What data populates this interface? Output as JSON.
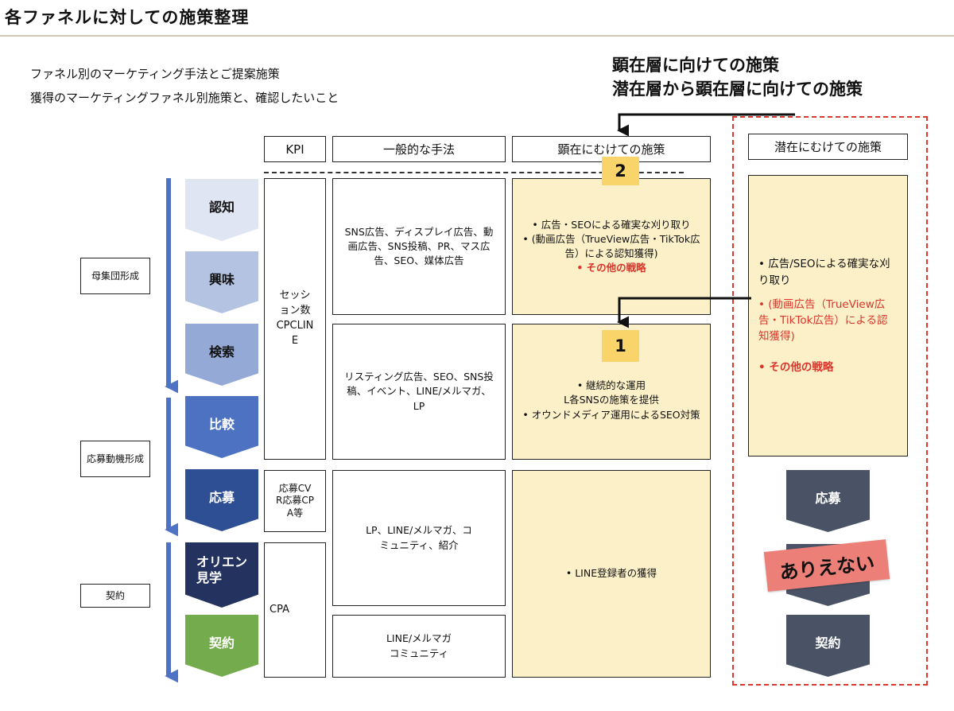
{
  "page": {
    "title": "各ファネルに対しての施策整理",
    "subtitle_1": "ファネル別のマーケティング手法とご提案施策",
    "subtitle_2": "獲得のマーケティングファネル別施策と、確認したいこと",
    "legend_1": "顕在層に向けての施策",
    "legend_2": "潜在層から顕在層に向けての施策"
  },
  "headers": {
    "kpi": "KPI",
    "general": "一般的な手法",
    "manifest": "顕在にむけての施策",
    "latent": "潜在にむけての施策"
  },
  "badges": {
    "badge_2": "2",
    "badge_1": "1"
  },
  "stage_groups": [
    {
      "label": "母集団形成"
    },
    {
      "label": "応募動機形成"
    },
    {
      "label": "契約"
    }
  ],
  "funnel": [
    {
      "label": "認知",
      "color": "#dfe5f3",
      "text_color": "#111111"
    },
    {
      "label": "興味",
      "color": "#b4c3e2",
      "text_color": "#111111"
    },
    {
      "label": "検索",
      "color": "#94a9d6",
      "text_color": "#111111"
    },
    {
      "label": "比較",
      "color": "#4d72c2",
      "text_color": "#ffffff"
    },
    {
      "label": "応募",
      "color": "#2f4f94",
      "text_color": "#ffffff"
    },
    {
      "label": "オリエン見学",
      "color": "#23325e",
      "text_color": "#ffffff"
    },
    {
      "label": "契約",
      "color": "#73ab4d",
      "text_color": "#ffffff"
    }
  ],
  "kpi": {
    "session": "セッション数CPCLINE",
    "apply": "応募CVR応募CPA等",
    "cpa": "CPA"
  },
  "general": {
    "row1": "SNS広告、ディスプレイ広告、動画広告、SNS投稿、PR、マス広告、SEO、媒体広告",
    "row2": "リスティング広告、SEO、SNS投稿、イベント、LINE/メルマガ、LP",
    "row3": "LP、LINE/メルマガ、コミュニティ、紹介",
    "row4": "LINE/メルマガコミュニティ"
  },
  "manifest": {
    "row1": [
      "• 広告・SEOによる確実な刈り取り",
      "• (動画広告（TrueView広告・TikTok広告）による認知獲得)",
      "• その他の戦略"
    ],
    "row2": [
      "• 継続的な運用",
      "L各SNSの施策を提供",
      "• オウンドメディア運用によるSEO対策"
    ],
    "row3": "• LINE登録者の獲得"
  },
  "latent": {
    "items": [
      "• 広告/SEOによる確実な刈り取り",
      "• (動画広告（TrueView広告・TikTok広告）による認知獲得)",
      "• その他の戦略"
    ],
    "funnel": [
      "応募",
      "契約"
    ],
    "stamp": "ありえない"
  },
  "colors": {
    "red_dash": "#e0382f",
    "yellow_box": "#fcf0c8",
    "badge": "#f9d46a",
    "arrow": "#4e73c4"
  }
}
